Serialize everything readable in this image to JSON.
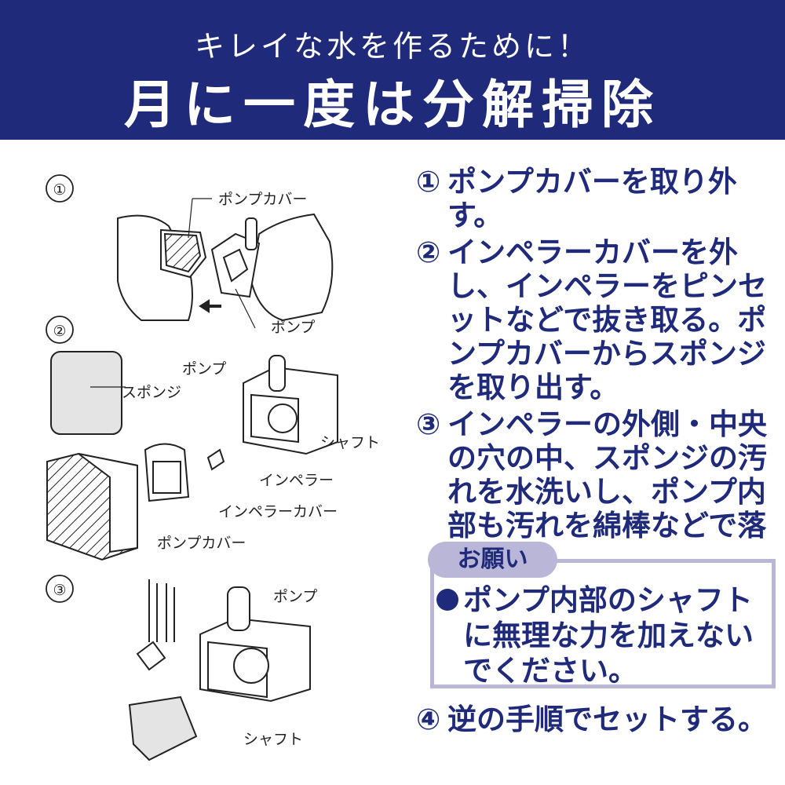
{
  "header": {
    "subtitle": "キレイな水を作るために！",
    "title": "月に一度は分解掃除"
  },
  "illustration": {
    "step1": {
      "number": "①",
      "label_cover": "ポンプカバー",
      "label_pump": "ポンプ"
    },
    "step2": {
      "number": "②",
      "label_pump": "ポンプ",
      "label_sponge": "スポンジ",
      "label_shaft": "シャフト",
      "label_impeller": "インペラー",
      "label_impeller_cover": "インペラーカバー",
      "label_pump_cover": "ポンプカバー"
    },
    "step3": {
      "number": "③",
      "label_pump": "ポンプ",
      "label_shaft": "シャフト"
    }
  },
  "instructions": {
    "step1": {
      "mark": "①",
      "text": "ポンプカバーを取り外す。"
    },
    "step2": {
      "mark": "②",
      "text": "インペラーカバーを外し、インペラーをピンセットなどで抜き取る。ポンプカバーからスポンジを取り出す。"
    },
    "step3": {
      "mark": "③",
      "text": "インペラーの外側・中央の穴の中、スポンジの汚れを水洗いし、ポンプ内部も汚れを綿棒などで落とす。"
    },
    "step4": {
      "mark": "④",
      "text": "逆の手順でセットする。"
    }
  },
  "notice": {
    "title": "お願い",
    "text": "ポンプ内部のシャフトに無理な力を加えないでください。"
  },
  "colors": {
    "navy": "#1f2a7a",
    "lavender": "#b9b6d8"
  }
}
